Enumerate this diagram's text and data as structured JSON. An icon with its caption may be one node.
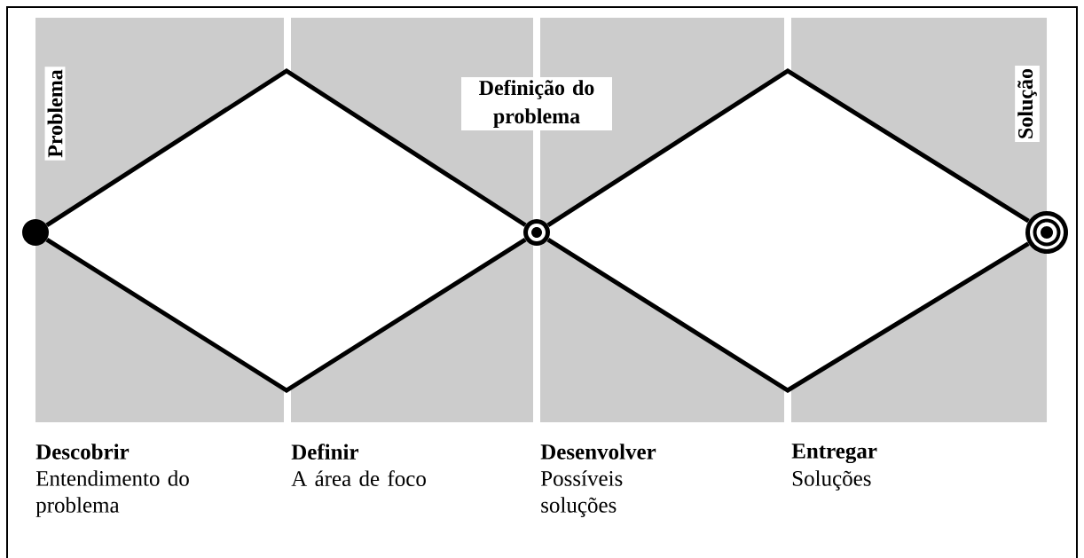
{
  "diagram": {
    "nodes": [
      {
        "text": [],
        "shape": "circle"
      },
      {
        "text": [],
        "shape": "circle"
      },
      {
        "text": [],
        "shape": "circle"
      }
    ],
    "edges": [
      {
        "from": 0,
        "to": 1,
        "arrow": "none"
      },
      {
        "from": 0,
        "to": 1,
        "arrow": "none"
      },
      {
        "from": 1,
        "to": 2,
        "arrow": "none"
      },
      {
        "from": 1,
        "to": 2,
        "arrow": "none"
      }
    ],
    "labels": [
      "Problema",
      "Definição do problema",
      "Solução",
      "Descobrir",
      "Entendimento do problema",
      "Definir",
      "A área de foco",
      "Desenvolver",
      "Possíveis soluções",
      "Entregar",
      "Soluções"
    ]
  }
}
